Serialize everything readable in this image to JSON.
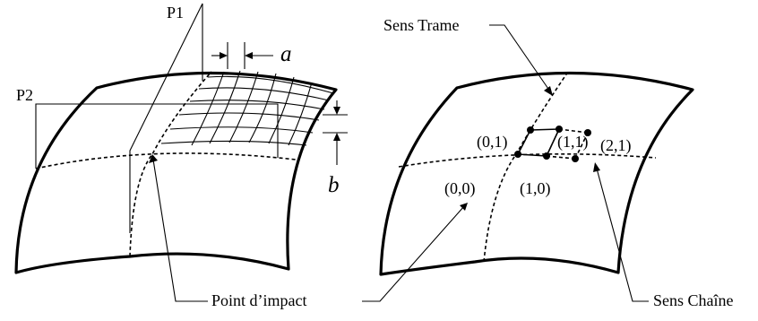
{
  "left_figure": {
    "plane1_label": "P1",
    "plane2_label": "P2",
    "spacing_a": "a",
    "spacing_b": "b"
  },
  "right_figure": {
    "weft_label": "Sens Trame",
    "warp_label": "Sens Chaîne",
    "coords": {
      "c00": "(0,0)",
      "c10": "(1,0)",
      "c01": "(0,1)",
      "c11": "(1,1)",
      "c21": "(2,1)"
    }
  },
  "impact_label": "Point d’impact"
}
